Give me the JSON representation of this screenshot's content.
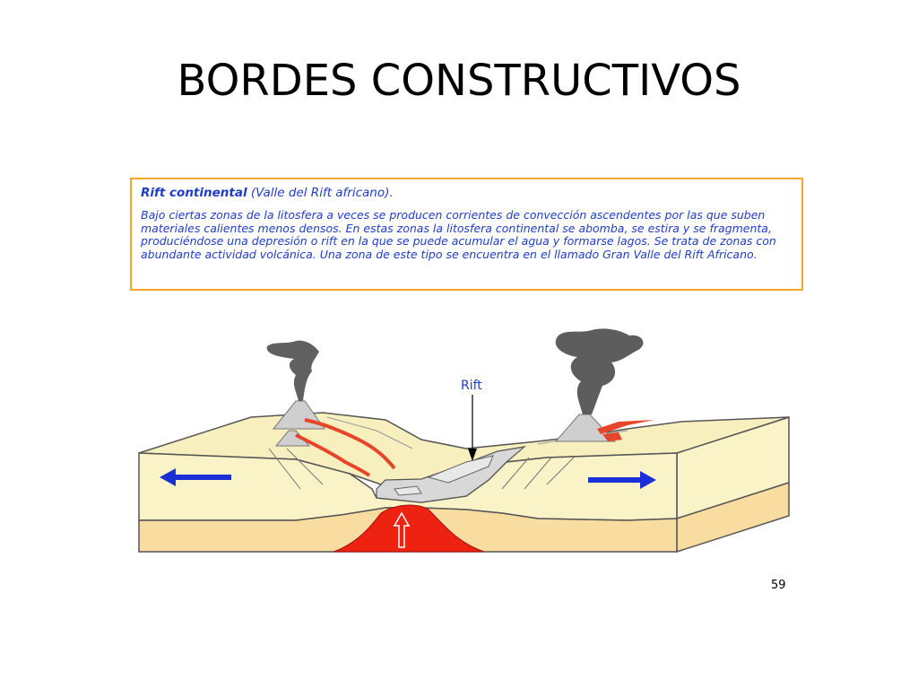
{
  "slide": {
    "title": "BORDES CONSTRUCTIVOS",
    "page_number": "59"
  },
  "info_box": {
    "heading_bold": "Rift continental",
    "heading_rest": " (Valle del Rift africano).",
    "body": "Bajo ciertas zonas de la litosfera a veces se producen corrientes de convección ascendentes por las que suben materiales calientes menos densos. En estas zonas la litosfera continental se abomba, se estira y se fragmenta, produciéndose una depresión o rift en la que se puede acumular el agua y formarse lagos. Se trata de zonas con abundante actividad volcánica. Una zona de este tipo se encuentra en el llamado Gran Valle del Rift Africano."
  },
  "diagram": {
    "rift_label": "Rift",
    "colors": {
      "top_surface": "#f7efbe",
      "crust_front": "#fbf3c8",
      "lower_layer": "#f9dca0",
      "magma": "#ee2211",
      "lava_stream": "#e6452a",
      "volcano": "#cfcfcf",
      "smoke": "#606060",
      "arrow_blue": "#1a2fd6",
      "outline": "#555555",
      "info_text": "#1f3cc8",
      "info_border": "#f5a623"
    }
  }
}
